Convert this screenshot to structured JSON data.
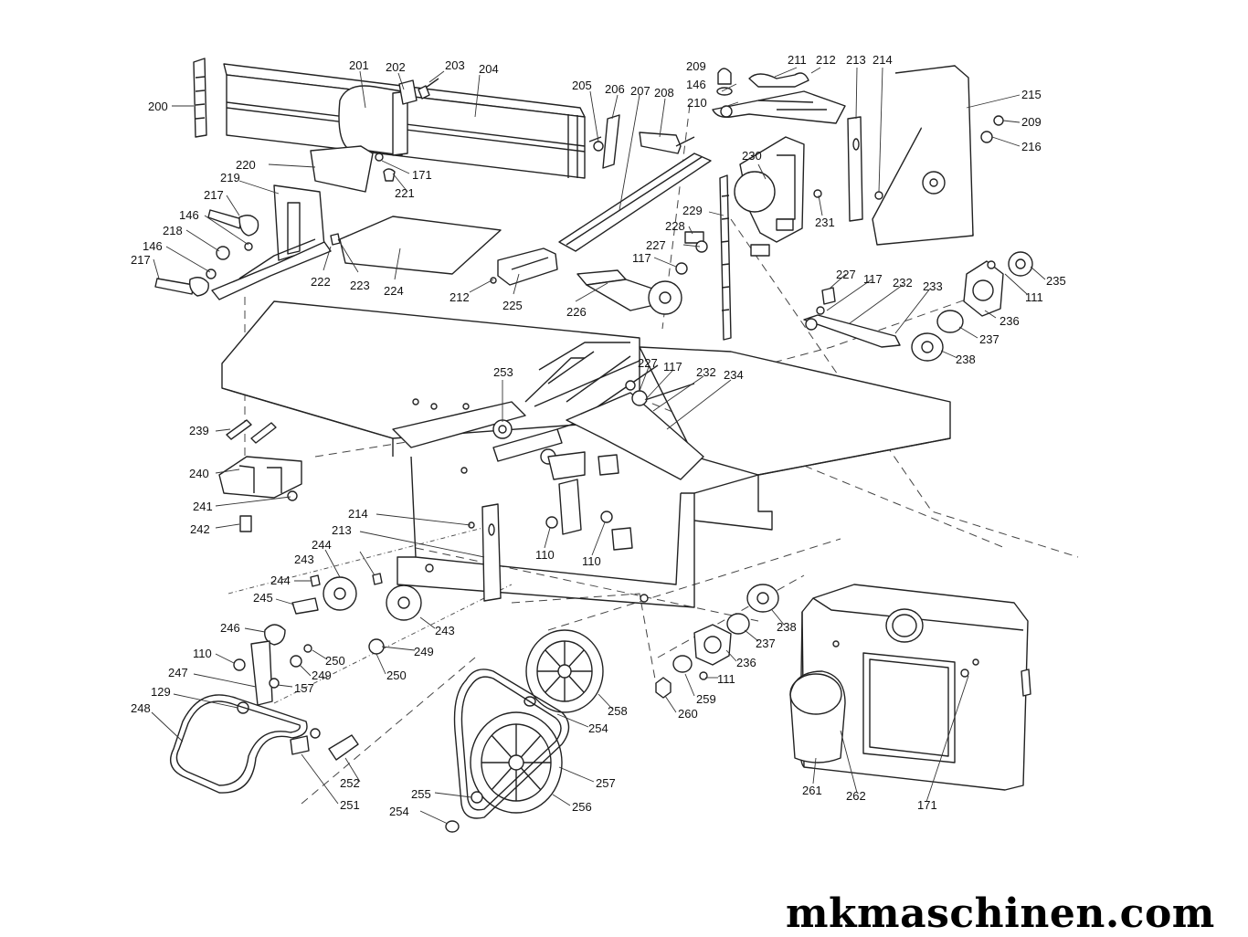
{
  "watermark": "mkmaschinen.com",
  "labels": [
    {
      "id": "200",
      "text": "200"
    },
    {
      "id": "201",
      "text": "201"
    },
    {
      "id": "202",
      "text": "202"
    },
    {
      "id": "203",
      "text": "203"
    },
    {
      "id": "204",
      "text": "204"
    },
    {
      "id": "205",
      "text": "205"
    },
    {
      "id": "206",
      "text": "206"
    },
    {
      "id": "207",
      "text": "207"
    },
    {
      "id": "208",
      "text": "208"
    },
    {
      "id": "209a",
      "text": "209"
    },
    {
      "id": "146a",
      "text": "146"
    },
    {
      "id": "210",
      "text": "210"
    },
    {
      "id": "211",
      "text": "211"
    },
    {
      "id": "212a",
      "text": "212"
    },
    {
      "id": "213a",
      "text": "213"
    },
    {
      "id": "214a",
      "text": "214"
    },
    {
      "id": "215",
      "text": "215"
    },
    {
      "id": "209b",
      "text": "209"
    },
    {
      "id": "216",
      "text": "216"
    },
    {
      "id": "171a",
      "text": "171"
    },
    {
      "id": "220",
      "text": "220"
    },
    {
      "id": "219",
      "text": "219"
    },
    {
      "id": "221",
      "text": "221"
    },
    {
      "id": "217a",
      "text": "217"
    },
    {
      "id": "146b",
      "text": "146"
    },
    {
      "id": "218",
      "text": "218"
    },
    {
      "id": "146c",
      "text": "146"
    },
    {
      "id": "217b",
      "text": "217"
    },
    {
      "id": "222",
      "text": "222"
    },
    {
      "id": "223",
      "text": "223"
    },
    {
      "id": "224",
      "text": "224"
    },
    {
      "id": "212b",
      "text": "212"
    },
    {
      "id": "225",
      "text": "225"
    },
    {
      "id": "226",
      "text": "226"
    },
    {
      "id": "230",
      "text": "230"
    },
    {
      "id": "229",
      "text": "229"
    },
    {
      "id": "228",
      "text": "228"
    },
    {
      "id": "227a",
      "text": "227"
    },
    {
      "id": "117a",
      "text": "117"
    },
    {
      "id": "231",
      "text": "231"
    },
    {
      "id": "227b",
      "text": "227"
    },
    {
      "id": "117b",
      "text": "117"
    },
    {
      "id": "232a",
      "text": "232"
    },
    {
      "id": "233",
      "text": "233"
    },
    {
      "id": "235",
      "text": "235"
    },
    {
      "id": "111a",
      "text": "111"
    },
    {
      "id": "236a",
      "text": "236"
    },
    {
      "id": "237a",
      "text": "237"
    },
    {
      "id": "238a",
      "text": "238"
    },
    {
      "id": "253",
      "text": "253"
    },
    {
      "id": "227c",
      "text": "227"
    },
    {
      "id": "117c",
      "text": "117"
    },
    {
      "id": "232b",
      "text": "232"
    },
    {
      "id": "234",
      "text": "234"
    },
    {
      "id": "239",
      "text": "239"
    },
    {
      "id": "240",
      "text": "240"
    },
    {
      "id": "241",
      "text": "241"
    },
    {
      "id": "242",
      "text": "242"
    },
    {
      "id": "214b",
      "text": "214"
    },
    {
      "id": "213b",
      "text": "213"
    },
    {
      "id": "110a",
      "text": "110"
    },
    {
      "id": "110b",
      "text": "110"
    },
    {
      "id": "244a",
      "text": "244"
    },
    {
      "id": "243a",
      "text": "243"
    },
    {
      "id": "244b",
      "text": "244"
    },
    {
      "id": "245",
      "text": "245"
    },
    {
      "id": "243b",
      "text": "243"
    },
    {
      "id": "246",
      "text": "246"
    },
    {
      "id": "249a",
      "text": "249"
    },
    {
      "id": "250a",
      "text": "250"
    },
    {
      "id": "110c",
      "text": "110"
    },
    {
      "id": "249b",
      "text": "249"
    },
    {
      "id": "250b",
      "text": "250"
    },
    {
      "id": "247",
      "text": "247"
    },
    {
      "id": "157",
      "text": "157"
    },
    {
      "id": "129",
      "text": "129"
    },
    {
      "id": "248",
      "text": "248"
    },
    {
      "id": "238b",
      "text": "238"
    },
    {
      "id": "237b",
      "text": "237"
    },
    {
      "id": "236b",
      "text": "236"
    },
    {
      "id": "111b",
      "text": "111"
    },
    {
      "id": "259",
      "text": "259"
    },
    {
      "id": "260",
      "text": "260"
    },
    {
      "id": "258",
      "text": "258"
    },
    {
      "id": "254a",
      "text": "254"
    },
    {
      "id": "257",
      "text": "257"
    },
    {
      "id": "255",
      "text": "255"
    },
    {
      "id": "256",
      "text": "256"
    },
    {
      "id": "254b",
      "text": "254"
    },
    {
      "id": "252",
      "text": "252"
    },
    {
      "id": "251",
      "text": "251"
    },
    {
      "id": "261",
      "text": "261"
    },
    {
      "id": "262",
      "text": "262"
    },
    {
      "id": "171b",
      "text": "171"
    }
  ]
}
